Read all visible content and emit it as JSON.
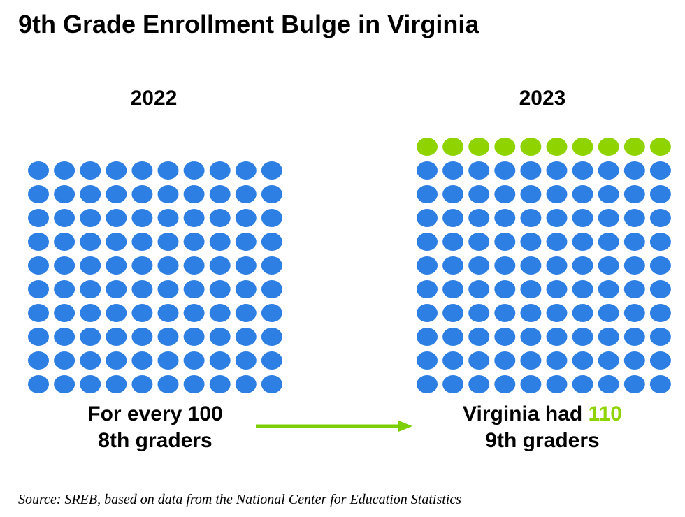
{
  "title": "9th Grade Enrollment Bulge in Virginia",
  "colors": {
    "base_dot": "#2e7fe3",
    "extra_dot": "#8fd400",
    "arrow": "#7ccf00",
    "highlight_text": "#8fd400"
  },
  "chart_data": {
    "type": "pictograph",
    "unit": "one dot = one student",
    "columns": 10,
    "panels": [
      {
        "name": "2022",
        "year_label": "2022",
        "base_count": 100,
        "extra_count": 0,
        "caption_line1": "For every 100",
        "caption_line2": "8th graders"
      },
      {
        "name": "2023",
        "year_label": "2023",
        "base_count": 100,
        "extra_count": 10,
        "caption_line1_prefix": "Virginia had ",
        "caption_line1_value": "110",
        "caption_line2": "9th graders"
      }
    ]
  },
  "source": "Source: SREB, based on data from the National Center for Education Statistics"
}
